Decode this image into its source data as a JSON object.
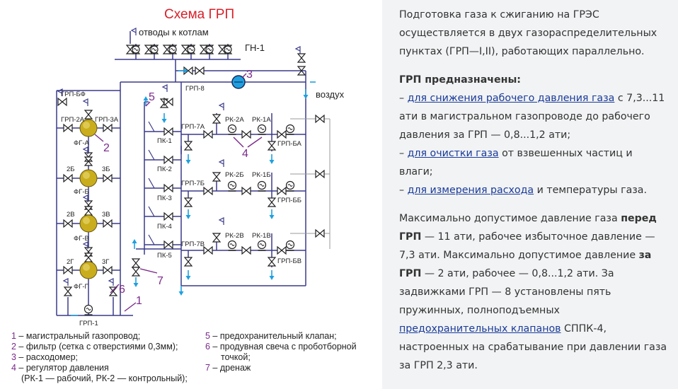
{
  "scheme": {
    "title": "Схема ГРП",
    "colors": {
      "title": "#d8202a",
      "pipe": "#3a3a8a",
      "number": "#7a2a8a",
      "arrow": "#1ea0e0",
      "link": "#1a3a9a"
    },
    "labels": {
      "otvody": "отводы к котлам",
      "gn1": "ГН-1",
      "vozduh": "воздух",
      "grp8": "ГРП-8",
      "grpbf": "ГРП-БФ",
      "grp2a": "ГРП-2А",
      "grp3a": "ГРП-3А",
      "fga": "ФГ-А",
      "b2": "2Б",
      "b3": "3Б",
      "fgb": "ФГ-Б",
      "v2": "2В",
      "v3": "3В",
      "fgv": "ФГ-В",
      "g2": "2Г",
      "g3": "3Г",
      "fgg": "ФГ-Г",
      "grp1": "ГРП-1",
      "pk1": "ПК-1",
      "pk2": "ПК-2",
      "pk3": "ПК-3",
      "pk4": "ПК-4",
      "pk5": "ПК-5",
      "grp7a": "ГРП-7А",
      "grp7b": "ГРП-7Б",
      "grp7v": "ГРП-7В",
      "rk2a": "РК-2А",
      "rk1a": "РК-1А",
      "rk2b": "РК-2Б",
      "rk1b": "РК-1Б",
      "rk2v": "РК-2В",
      "rk1v": "РК-1В",
      "grpba": "ГРП-БА",
      "grpbb": "ГРП-ББ",
      "grpbv": "ГРП-БВ",
      "n1": "1",
      "n2": "2",
      "n3": "3",
      "n4": "4",
      "n5": "5",
      "n6": "6",
      "n7": "7"
    },
    "legend": {
      "l1n": "1",
      "l1t": " – магистральный газопровод;",
      "l2n": "2",
      "l2t": " – фильтр (сетка с отверстиями 0,3мм);",
      "l3n": "3",
      "l3t": " – расходомер;",
      "l4n": "4",
      "l4t": " – регулятор давления",
      "l4b": "(РК-1 — рабочий, РК-2 — контрольный);",
      "l5n": "5",
      "l5t": " – предохранительный клапан;",
      "l6n": "6",
      "l6t": " – продувная свеча с проботборной",
      "l6b": "точкой;",
      "l7n": "7",
      "l7t": " – дренаж"
    }
  },
  "panel": {
    "p1": "Подготовка газа к сжиганию на ГРЭС осуществляется в двух газораспределительных пунктах (ГРП—I,II), работающих параллельно.",
    "heading": "ГРП предназначены:",
    "item1_dash": "– ",
    "item1_link": "для снижения рабочего давления газа",
    "item1_text": " с 7,3...11 ати в магистральном газопроводе до рабочего давления за ГРП — 0,8...1,2 ати;",
    "item2_dash": "– ",
    "item2_link": "для очистки газа",
    "item2_text": " от взвешенных частиц и влаги;",
    "item3_dash": "– ",
    "item3_link": "для измерения расхода",
    "item3_text": " и температуры газа.",
    "p3a": "Максимально допустимое давление газа ",
    "p3b": "перед ГРП",
    "p3c": " — 11 ати, рабочее избыточное давление — 7,3 ати. Максимально допустимое давление ",
    "p3d": "за ГРП",
    "p3e": " — 2 ати, рабочее — 0,8...1,2 ати. За задвижками ГРП — 8 установлены пять пружинных, полноподъемных ",
    "p3link": "предохранительных клапанов",
    "p3f": " СППК-4, настроенных на срабатывание при давлении газа за ГРП 2,3 ати."
  }
}
